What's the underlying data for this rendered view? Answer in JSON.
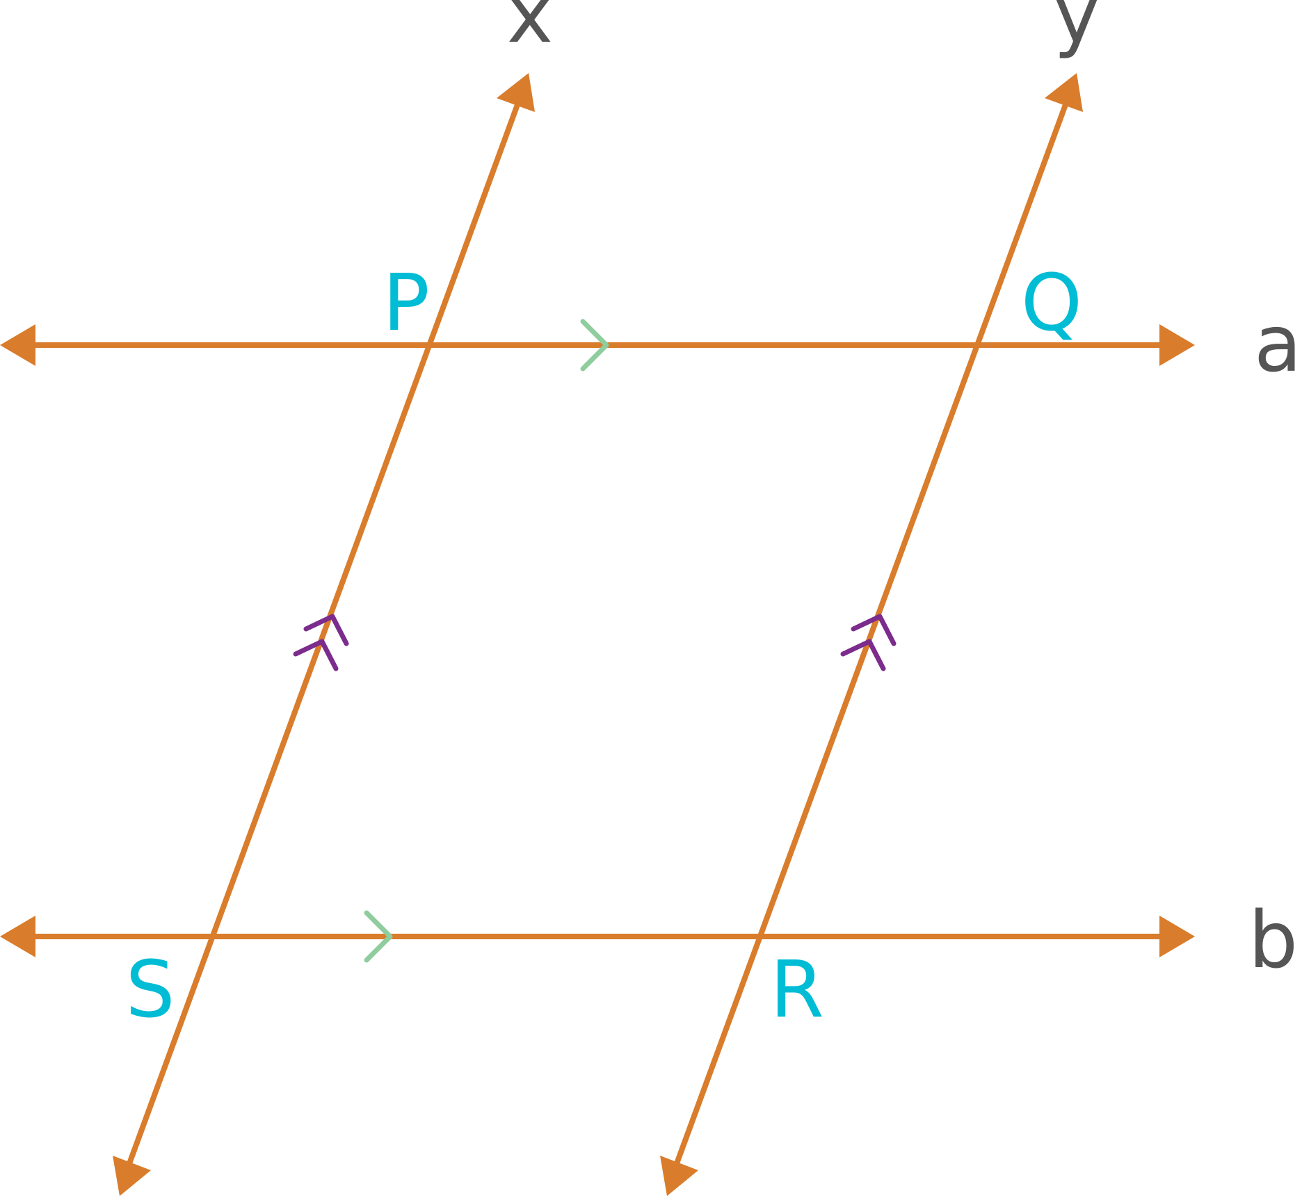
{
  "diagram": {
    "colors": {
      "line": "#d97c2b",
      "point_label": "#00bcd4",
      "line_label": "#555555",
      "single_tick": "#8fcc9e",
      "double_tick": "#7b2c8c"
    },
    "line_labels": {
      "x": "x",
      "y": "y",
      "a": "a",
      "b": "b"
    },
    "point_labels": {
      "P": "P",
      "Q": "Q",
      "R": "R",
      "S": "S"
    }
  }
}
